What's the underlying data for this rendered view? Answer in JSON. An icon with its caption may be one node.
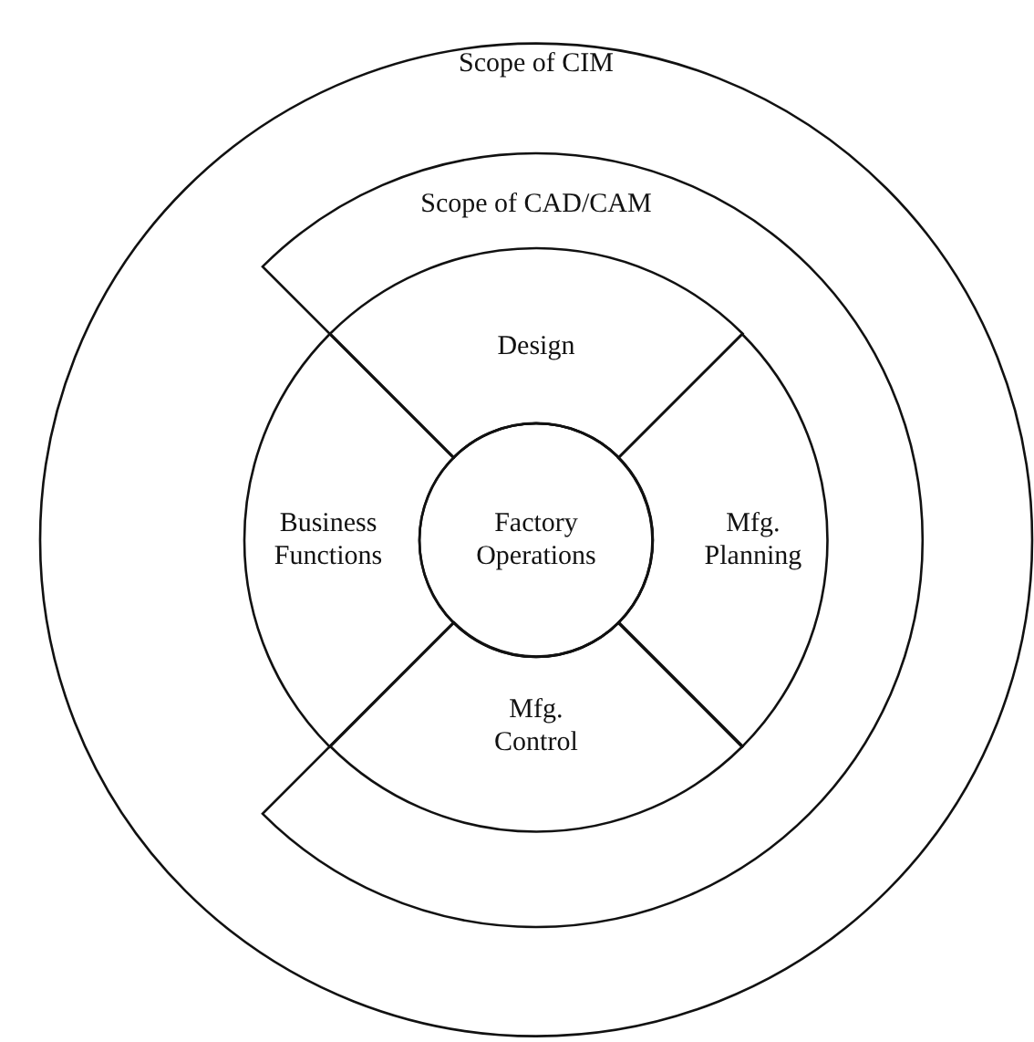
{
  "diagram": {
    "nodes": [
      {
        "text": [
          "Scope of CIM"
        ]
      },
      {
        "text": [
          "Scope of CAD/CAM"
        ],
        "in": 0
      },
      {
        "text": [
          "Design"
        ],
        "in": 1
      },
      {
        "text": [
          "Mfg. Planning"
        ],
        "in": 1
      },
      {
        "text": [
          "Mfg. Control"
        ],
        "in": 1
      },
      {
        "text": [
          "Business Functions"
        ],
        "in": 0
      },
      {
        "text": [
          "Factory Operations"
        ],
        "in": 0
      }
    ],
    "edges": []
  }
}
